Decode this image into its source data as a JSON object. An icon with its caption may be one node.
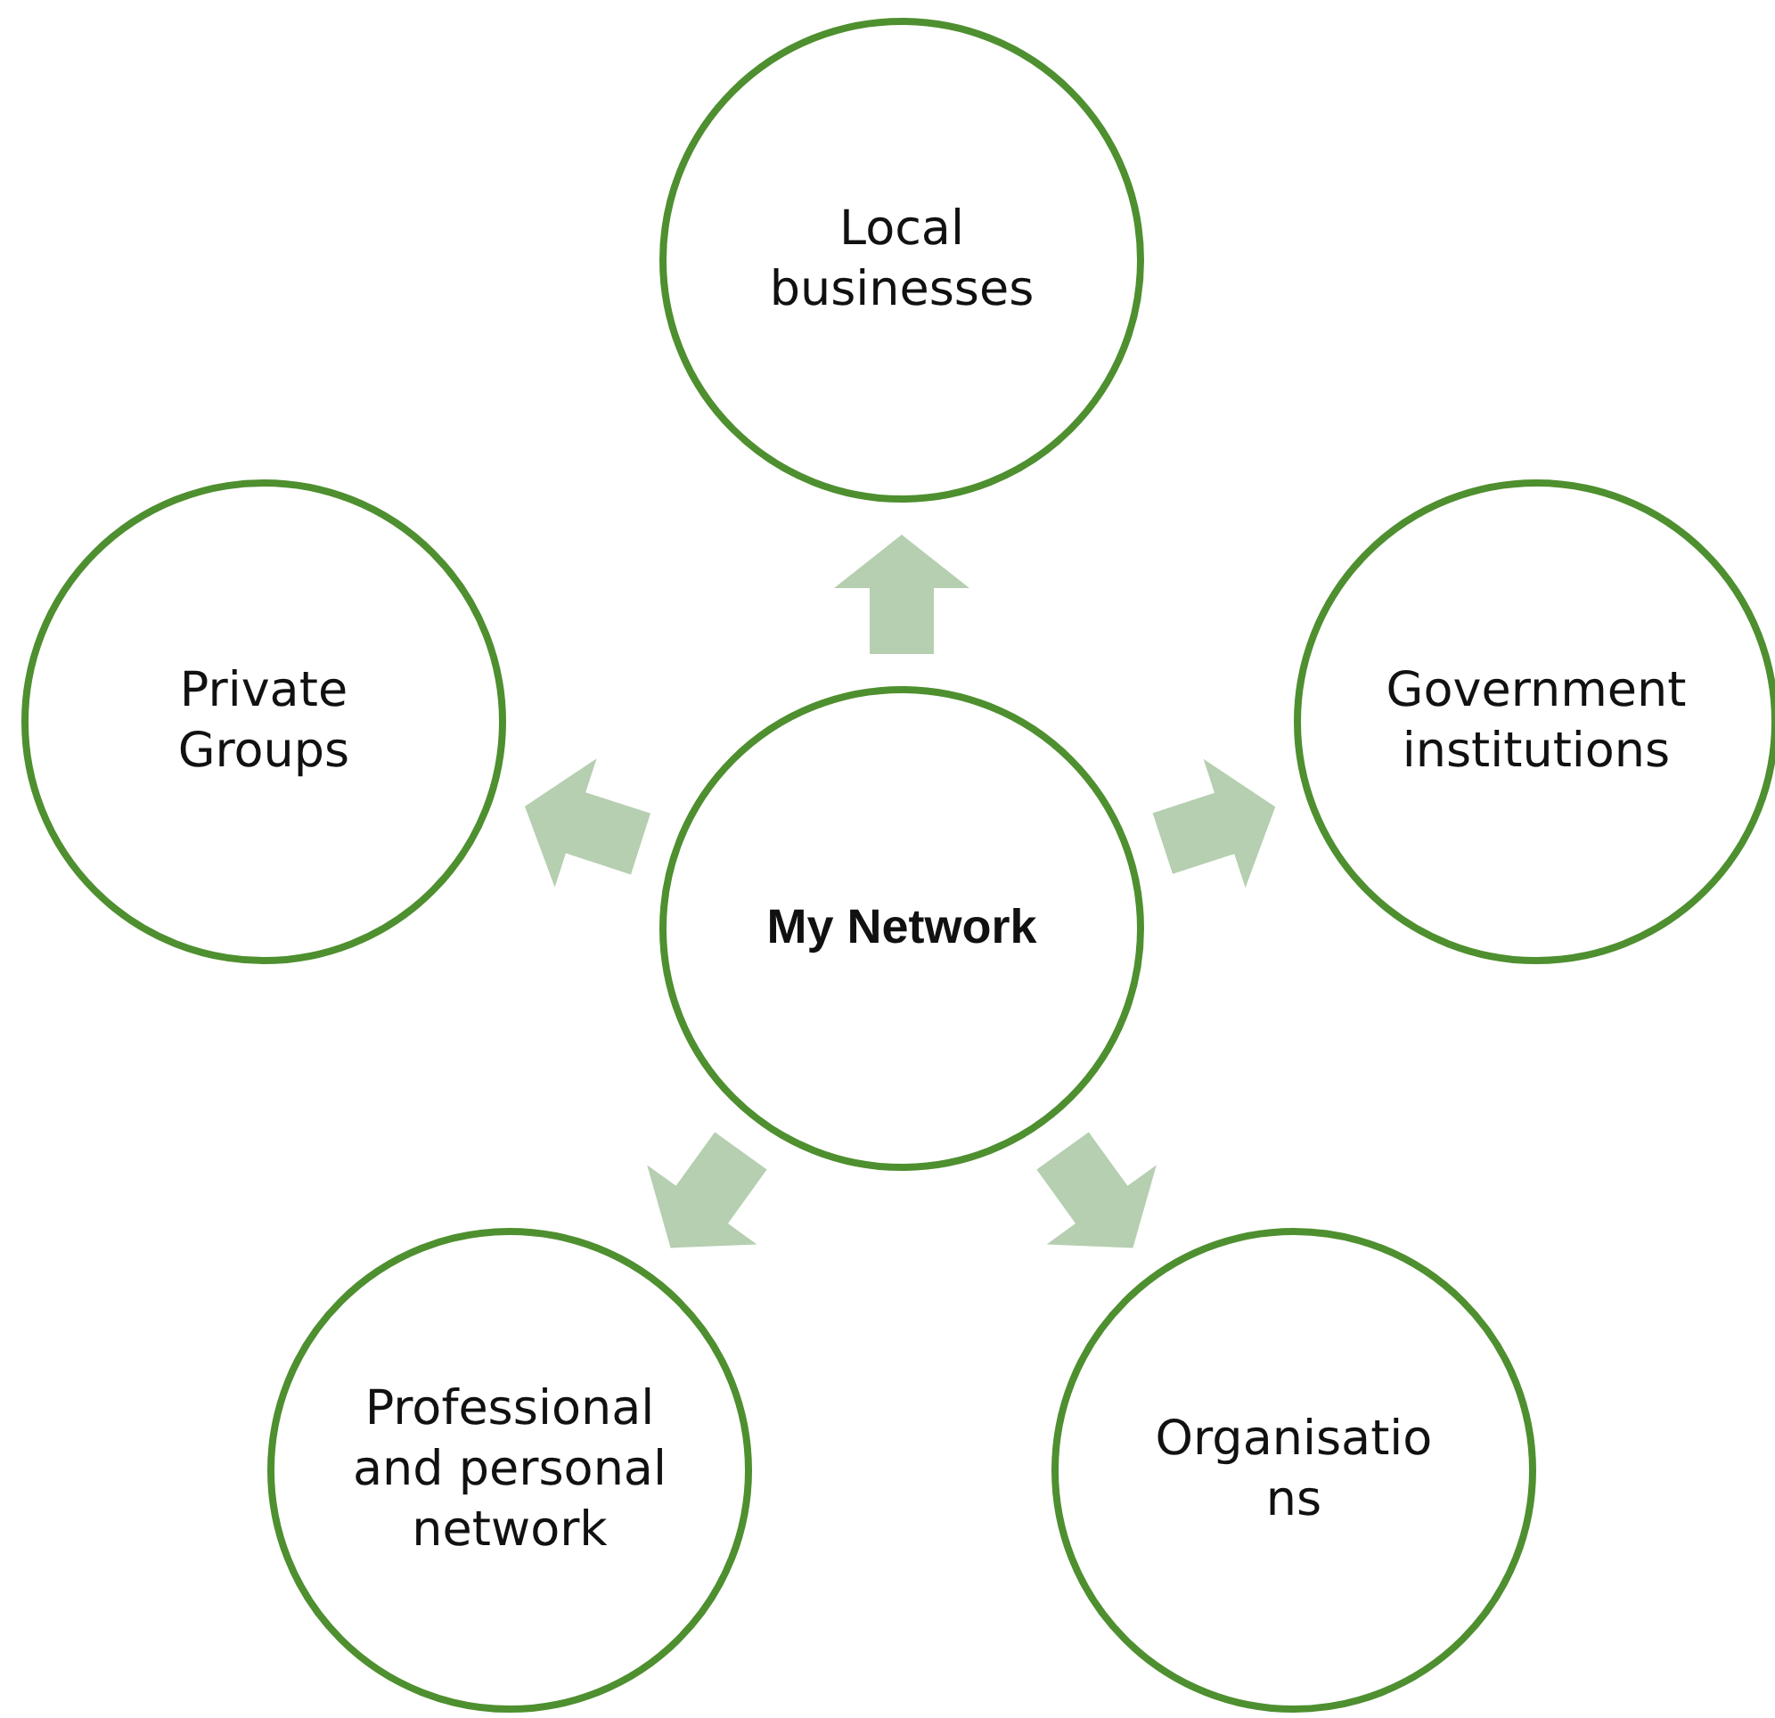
{
  "diagram": {
    "nodes": [
      {
        "text": [
          "My Network"
        ]
      },
      {
        "text": [
          "Local businesses"
        ]
      },
      {
        "text": [
          "Government institutions"
        ]
      },
      {
        "text": [
          "Organisatio ns"
        ]
      },
      {
        "text": [
          "Professional and personal network"
        ]
      },
      {
        "text": [
          "Private Groups"
        ]
      }
    ],
    "edges": [
      {
        "from": 0,
        "to": 1,
        "arrow": "to"
      },
      {
        "from": 0,
        "to": 2,
        "arrow": "to"
      },
      {
        "from": 0,
        "to": 3,
        "arrow": "to"
      },
      {
        "from": 0,
        "to": 4,
        "arrow": "to"
      },
      {
        "from": 0,
        "to": 5,
        "arrow": "to"
      }
    ]
  }
}
